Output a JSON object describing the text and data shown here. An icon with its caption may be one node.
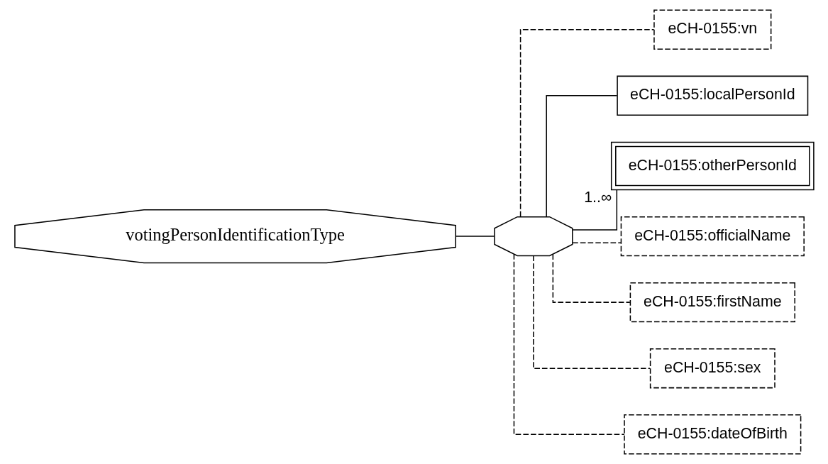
{
  "diagram": {
    "nodes": [
      {
        "text": [
          "votingPersonIdentificationType"
        ]
      },
      {
        "text": [],
        "shape": "octagon"
      },
      {
        "text": [
          "eCH-0155:vn"
        ]
      },
      {
        "text": [
          "eCH-0155:localPersonId"
        ]
      },
      {
        "text": [
          "eCH-0155:otherPersonId"
        ],
        "beside": [
          "1..∞"
        ]
      },
      {
        "text": [
          "eCH-0155:officialName"
        ]
      },
      {
        "text": [
          "eCH-0155:firstName"
        ]
      },
      {
        "text": [
          "eCH-0155:sex"
        ]
      },
      {
        "text": [
          "eCH-0155:dateOfBirth"
        ]
      }
    ],
    "edges": [
      {
        "from": 0,
        "to": 1,
        "arrow": "none"
      },
      {
        "from": 1,
        "to": 2,
        "arrow": "none",
        "style": "dashed"
      },
      {
        "from": 1,
        "to": 3,
        "arrow": "none"
      },
      {
        "from": 1,
        "to": 4,
        "arrow": "none"
      },
      {
        "from": 1,
        "to": 5,
        "arrow": "none",
        "style": "dashed"
      },
      {
        "from": 1,
        "to": 6,
        "arrow": "none",
        "style": "dashed"
      },
      {
        "from": 1,
        "to": 7,
        "arrow": "none",
        "style": "dashed"
      },
      {
        "from": 1,
        "to": 8,
        "arrow": "none",
        "style": "dashed"
      }
    ]
  }
}
